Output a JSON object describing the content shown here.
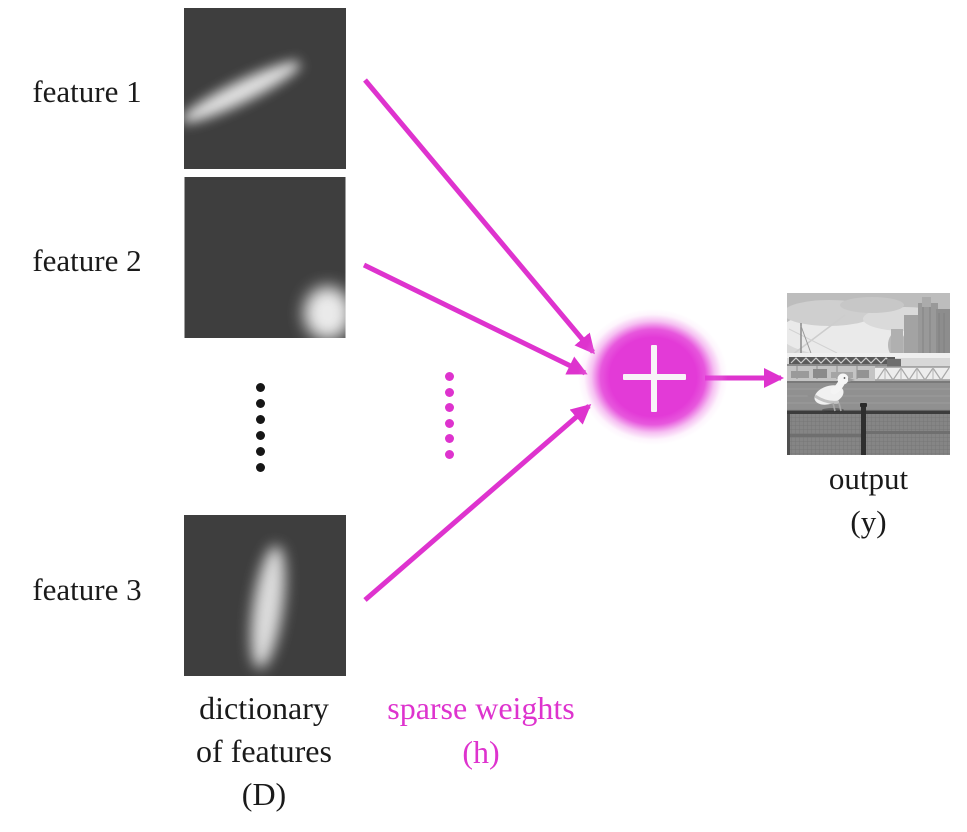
{
  "title": "sparse coding diagram",
  "colors": {
    "magenta": "#de33ce",
    "feature_box_gray": "#3e3e3e",
    "text_black": "#1a1a1a",
    "sum_glow": "#e33ad7"
  },
  "features": [
    {
      "label": "feature 1"
    },
    {
      "label": "feature 2"
    },
    {
      "label": "feature 3"
    }
  ],
  "icons": {
    "sum_plus": "+",
    "vertical_ellipsis": "⋮"
  },
  "captions": {
    "dictionary": [
      "dictionary",
      "of features",
      "(D)"
    ],
    "sparse_weights": [
      "sparse weights",
      "(h)"
    ],
    "output": [
      "output",
      "(y)"
    ]
  }
}
